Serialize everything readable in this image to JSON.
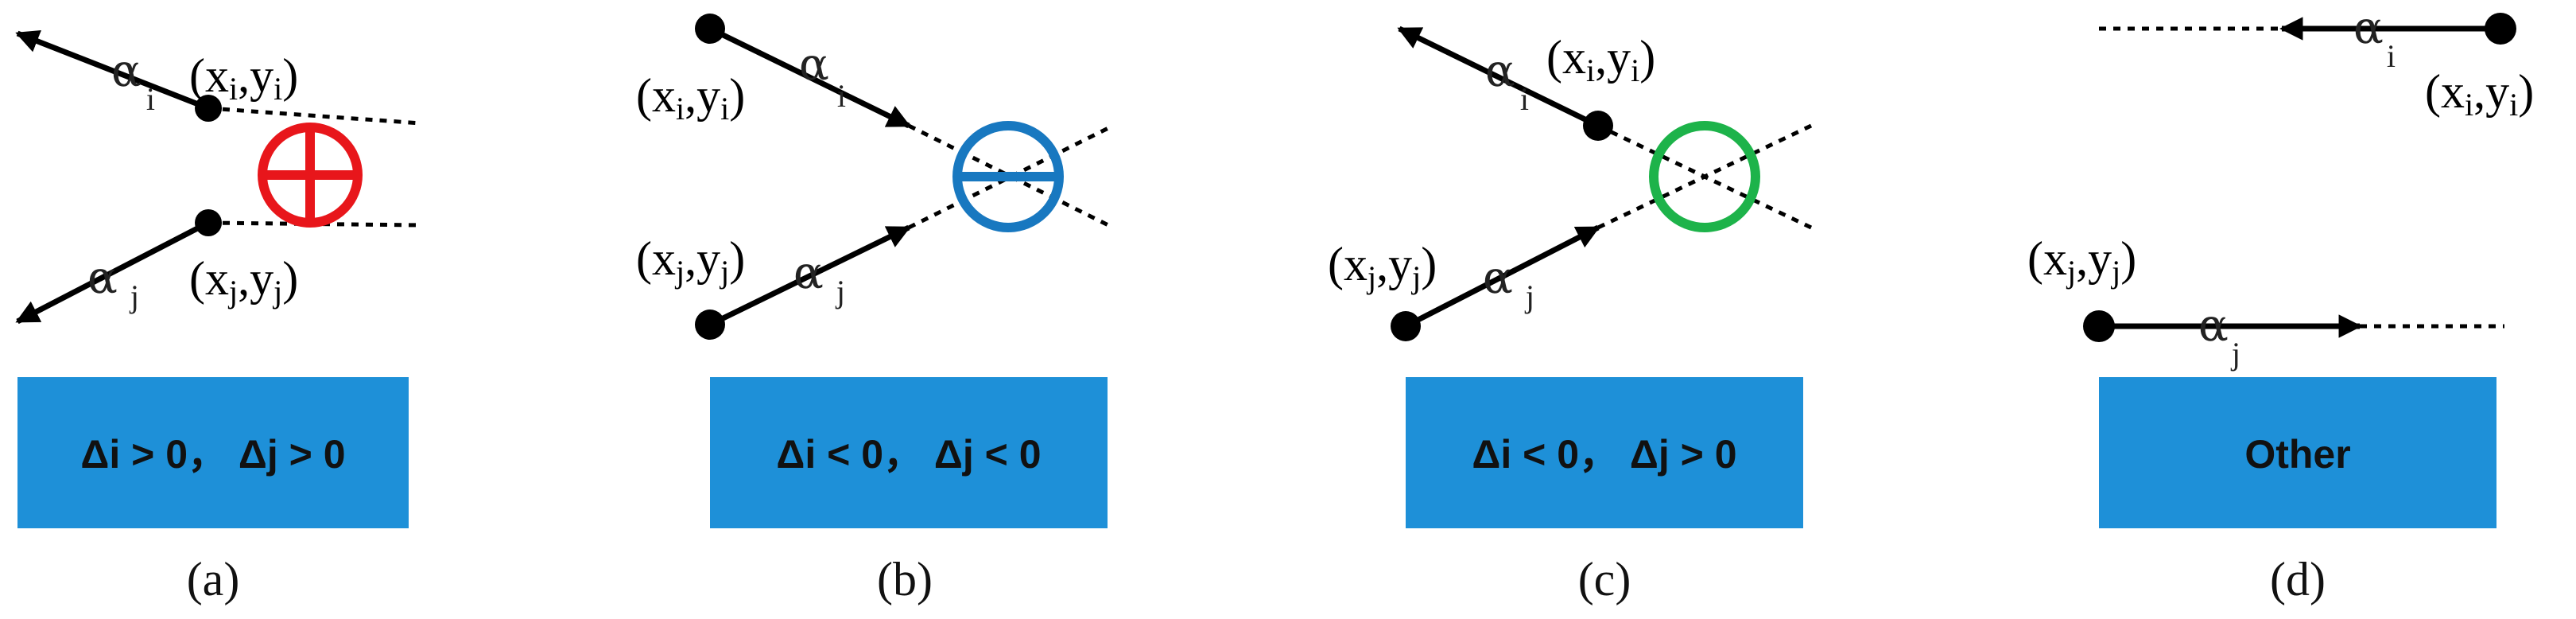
{
  "panels": [
    {
      "id": "a",
      "label": "(a)",
      "condition": "Δi > 0，  Δj > 0",
      "marker": "circle-cross",
      "marker_color": "#e8161b",
      "box_color": "#1e90d8",
      "point_i": {
        "base": "x",
        "sub": "i",
        "base2": "y",
        "sub2": "i"
      },
      "point_j": {
        "base": "x",
        "sub": "j",
        "base2": "y",
        "sub2": "j"
      },
      "alpha_i": {
        "symbol": "α",
        "sub": "i"
      },
      "alpha_j": {
        "symbol": "α",
        "sub": "j"
      }
    },
    {
      "id": "b",
      "label": "(b)",
      "condition": "Δi < 0，  Δj < 0",
      "marker": "circle-horizontal-bar",
      "marker_color": "#1878c0",
      "box_color": "#1e90d8",
      "point_i": {
        "base": "x",
        "sub": "i",
        "base2": "y",
        "sub2": "i"
      },
      "point_j": {
        "base": "x",
        "sub": "j",
        "base2": "y",
        "sub2": "j"
      },
      "alpha_i": {
        "symbol": "α",
        "sub": "i"
      },
      "alpha_j": {
        "symbol": "α",
        "sub": "j"
      }
    },
    {
      "id": "c",
      "label": "(c)",
      "condition": "Δi < 0，  Δj > 0",
      "marker": "circle",
      "marker_color": "#1db34a",
      "box_color": "#1e90d8",
      "point_i": {
        "base": "x",
        "sub": "i",
        "base2": "y",
        "sub2": "i"
      },
      "point_j": {
        "base": "x",
        "sub": "j",
        "base2": "y",
        "sub2": "j"
      },
      "alpha_i": {
        "symbol": "α",
        "sub": "i"
      },
      "alpha_j": {
        "symbol": "α",
        "sub": "j"
      }
    },
    {
      "id": "d",
      "label": "(d)",
      "condition": "Other",
      "marker": "none",
      "box_color": "#1e90d8",
      "point_i": {
        "base": "x",
        "sub": "i",
        "base2": "y",
        "sub2": "i"
      },
      "point_j": {
        "base": "x",
        "sub": "j",
        "base2": "y",
        "sub2": "j"
      },
      "alpha_i": {
        "symbol": "α",
        "sub": "i"
      },
      "alpha_j": {
        "symbol": "α",
        "sub": "j"
      }
    }
  ]
}
